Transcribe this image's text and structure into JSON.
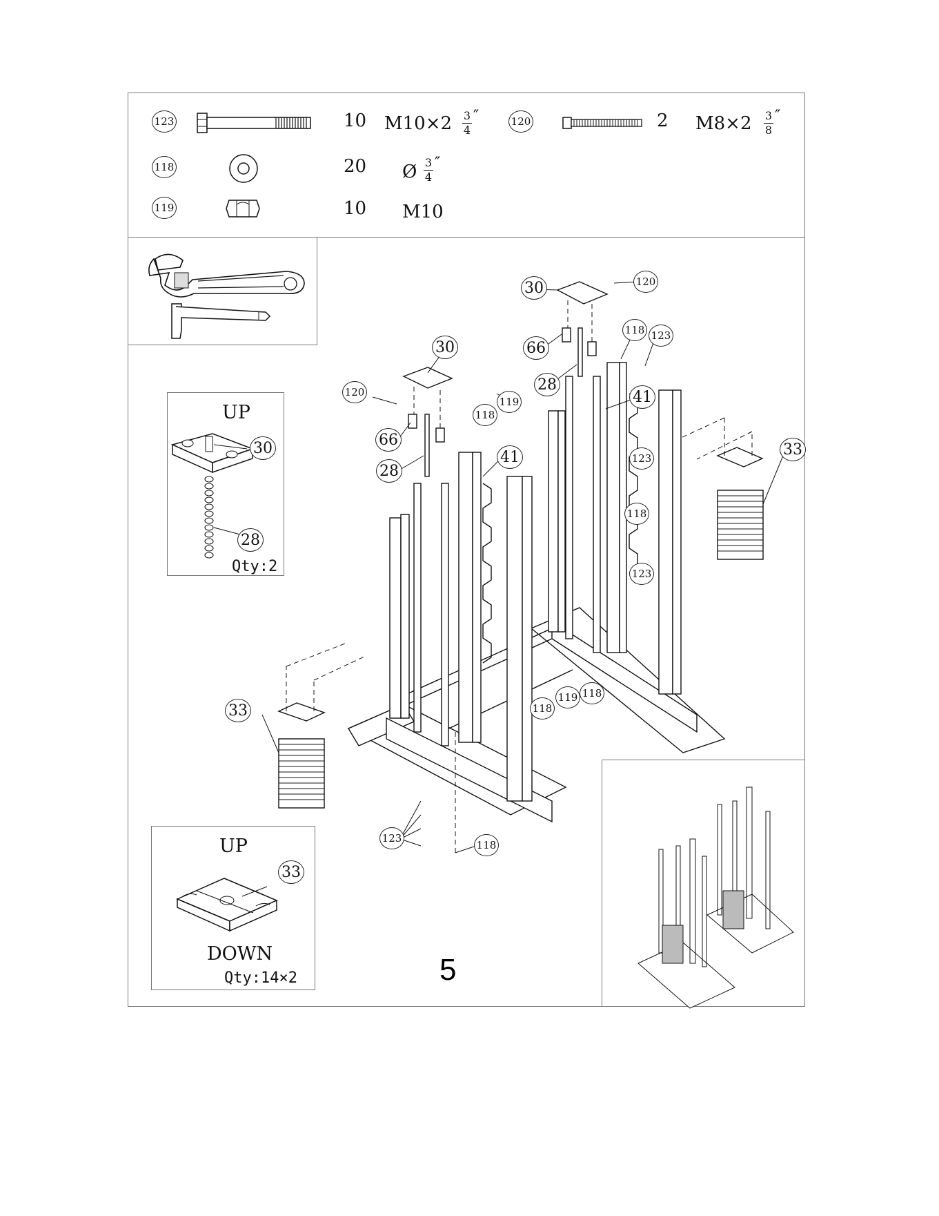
{
  "hardware": [
    {
      "id": "123",
      "qty": "10",
      "spec": "M10×2",
      "frac_num": "3",
      "frac_den": "4",
      "frac_mark": "″",
      "icon": "hex-bolt-icon"
    },
    {
      "id": "120",
      "qty": "2",
      "spec": "M8×2",
      "frac_num": "3",
      "frac_den": "8",
      "frac_mark": "″",
      "icon": "socket-screw-icon"
    },
    {
      "id": "118",
      "qty": "20",
      "spec": "Ø",
      "frac_num": "3",
      "frac_den": "4",
      "frac_mark": "″",
      "icon": "washer-icon"
    },
    {
      "id": "119",
      "qty": "10",
      "spec": "M10",
      "icon": "hex-nut-icon"
    }
  ],
  "tools": [
    "adjustable-wrench-icon",
    "hex-key-icon"
  ],
  "detail_top": {
    "up_label": "UP",
    "part_plate": "30",
    "part_rod": "28",
    "qty_label": "Qty:2"
  },
  "detail_bottom": {
    "up_label": "UP",
    "down_label": "DOWN",
    "part": "33",
    "qty_label": "Qty:14×2"
  },
  "callouts": {
    "c30a": "30",
    "c120a": "120",
    "c66a": "66",
    "c28a": "28",
    "c118a": "118",
    "c119a": "119",
    "c41a": "41",
    "c30b": "30",
    "c120b": "120",
    "c66b": "66",
    "c28b": "28",
    "c118b": "118",
    "c123b": "123",
    "c41b": "41",
    "c123c": "123",
    "c118c": "118",
    "c123d": "123",
    "c33r": "33",
    "c33l": "33",
    "c118d": "118",
    "c119d": "119",
    "c118e": "118",
    "c123e": "123",
    "c118f": "118"
  },
  "step_number": "5"
}
